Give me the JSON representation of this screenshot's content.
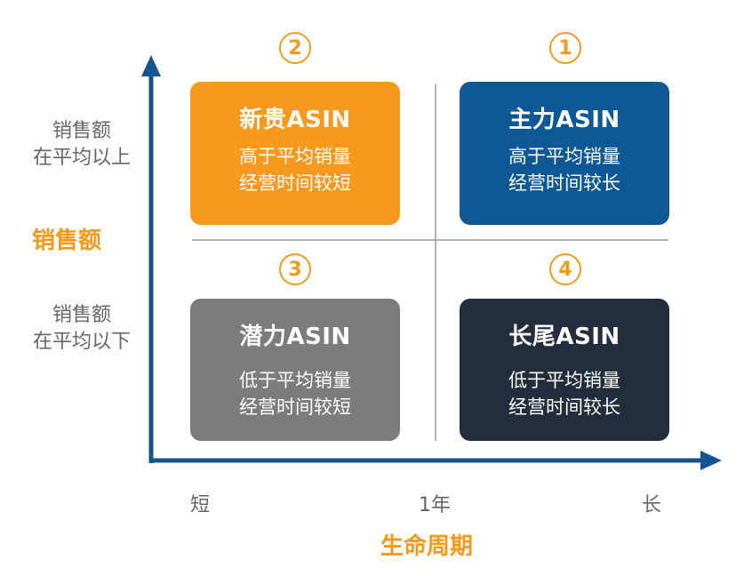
{
  "colors": {
    "orange": "#f7991c",
    "blue": "#0d5895",
    "gray": "#7b7c7e",
    "navy": "#242d3c",
    "axis": "#15558f",
    "accent_text": "#f39a1b"
  },
  "quadrants": {
    "top_left": {
      "number": "2",
      "title": "新贵ASIN",
      "line1": "高于平均销量",
      "line2": "经营时间较短"
    },
    "top_right": {
      "number": "1",
      "title": "主力ASIN",
      "line1": "高于平均销量",
      "line2": "经营时间较长"
    },
    "bottom_left": {
      "number": "3",
      "title": "潜力ASIN",
      "line1": "低于平均销量",
      "line2": "经营时间较短"
    },
    "bottom_right": {
      "number": "4",
      "title": "长尾ASIN",
      "line1": "低于平均销量",
      "line2": "经营时间较长"
    }
  },
  "y_axis": {
    "title": "销售额",
    "upper_label_1": "销售额",
    "upper_label_2": "在平均以上",
    "lower_label_1": "销售额",
    "lower_label_2": "在平均以下"
  },
  "x_axis": {
    "title": "生命周期",
    "tick_short": "短",
    "tick_mid": "1年",
    "tick_long": "长"
  }
}
